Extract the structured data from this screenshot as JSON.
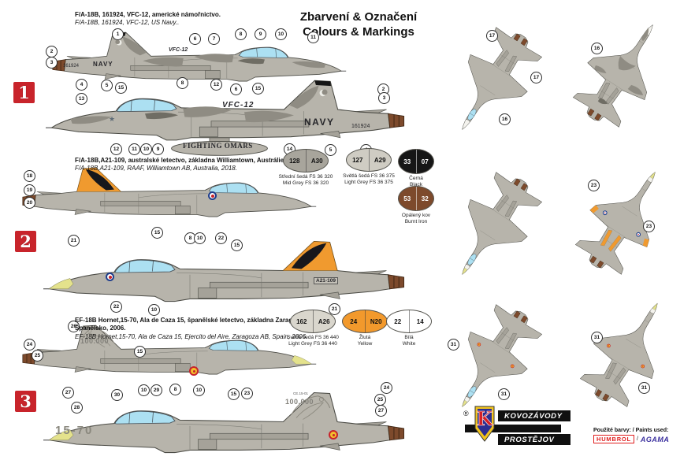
{
  "title": {
    "cs": "Zbarvení & Označení",
    "en": "Colours & Markings"
  },
  "schemes": [
    {
      "number": "1",
      "heading_cs": "F/A-18B, 161924, VFC-12, americké námořnictvo.",
      "heading_en": "F/A-18B, 161924, VFC-12, US Navy..",
      "markings": {
        "fin_code": "VFC-12",
        "navy": "NAVY",
        "serial": "161924",
        "tank_text": "FIGHTING OMARS"
      }
    },
    {
      "number": "2",
      "heading_cs": "F/A-18B,A21-109, australské letectvo, základna Williamtown, Austrálie, 2018.",
      "heading_en": "F/A-18B,A21-109, RAAF, Williamtown AB, Australia, 2018.",
      "markings": {
        "serial": "A21-109"
      }
    },
    {
      "number": "3",
      "heading_cs": "EF-18B Hornet,15-70, Ala de Caza 15, španělské letectvo, základna Zaragoza , Španělsko, 2006.",
      "heading_en": "EF-18B Hornet,15-70, Ala de Caza 15, Ejercito del Aire, Zaragoza AB, Spain, 2006.",
      "markings": {
        "nose_code": "15-70",
        "tail_art": "100.000",
        "tail_code": "CE.15-01"
      }
    }
  ],
  "paints": [
    {
      "code_a": "128",
      "code_b": "A30",
      "name_cs": "Střední šedá FS 36 320",
      "name_en": "Mid Grey FS 36 320",
      "color": "#a8a59c",
      "text_color": "#111111"
    },
    {
      "code_a": "127",
      "code_b": "A29",
      "name_cs": "Světlá šedá FS 36 375",
      "name_en": "Light Grey FS 36 375",
      "color": "#cfccc3",
      "text_color": "#111111"
    },
    {
      "code_a": "33",
      "code_b": "07",
      "name_cs": "Černá",
      "name_en": "Black",
      "color": "#161616",
      "text_color": "#ffffff"
    },
    {
      "code_a": "53",
      "code_b": "32",
      "name_cs": "Opálený kov",
      "name_en": "Burnt Iron",
      "color": "#7d4a2c",
      "text_color": "#ffffff"
    },
    {
      "code_a": "162",
      "code_b": "A26",
      "name_cs": "Světlá šedá FS 36 440",
      "name_en": "Light Grey FS 36 440",
      "color": "#d9d6cd",
      "text_color": "#111111"
    },
    {
      "code_a": "24",
      "code_b": "N20",
      "name_cs": "Žlutá",
      "name_en": "Yellow",
      "color": "#f2992c",
      "text_color": "#111111"
    },
    {
      "code_a": "22",
      "code_b": "14",
      "name_cs": "Bílá",
      "name_en": "White",
      "color": "#ffffff",
      "text_color": "#111111"
    }
  ],
  "callouts": {
    "s1a": [
      "1",
      "2",
      "3",
      "4",
      "5",
      "6",
      "7",
      "8",
      "9",
      "10",
      "11"
    ],
    "s1b": [
      "15",
      "8",
      "12",
      "6",
      "15",
      "2",
      "3",
      "13",
      "12",
      "11",
      "10",
      "9",
      "14",
      "5",
      "4"
    ],
    "s1plan": [
      "17",
      "17",
      "16",
      "16"
    ],
    "s2a": [
      "18",
      "19",
      "20",
      "21",
      "15",
      "8",
      "10",
      "22"
    ],
    "s2b": [
      "22",
      "10",
      "21",
      "15"
    ],
    "s2plan": [
      "23",
      "23"
    ],
    "s3a": [
      "26",
      "24",
      "25",
      "15",
      "27",
      "30",
      "10",
      "29",
      "8",
      "10",
      "15"
    ],
    "s3b": [
      "28",
      "23",
      "24",
      "25",
      "27"
    ],
    "s3plan": [
      "31",
      "31",
      "31",
      "31"
    ]
  },
  "branding": {
    "registered": "®",
    "logo_top": "KOVOZÁVODY",
    "logo_bottom": "PROSTĚJOV",
    "logo_letter": "K",
    "paints_used": "Použité barvy: / Paints used:",
    "brand_humbrol": "HUMBROL",
    "brand_sep": "/",
    "brand_agama": "AGAMA"
  },
  "icons": {
    "us_insignia": "★"
  },
  "colors": {
    "accent_red": "#c8242b",
    "canopy": "#ace0f2",
    "base_grey": "#b7b4ab",
    "camo_mid": "#8f8c83",
    "camo_dark": "#6f6d64",
    "orange": "#f09a2f",
    "burnt_iron": "#7d4a2c",
    "yellow_tip": "#e4e28c",
    "raaf_blue": "#1f3e8c",
    "esp_red": "#c8242b",
    "esp_yellow": "#f2c02c",
    "humbrol_red": "#e02020",
    "agama_blue": "#3a2f9e",
    "art_grey": "#8b887e"
  }
}
